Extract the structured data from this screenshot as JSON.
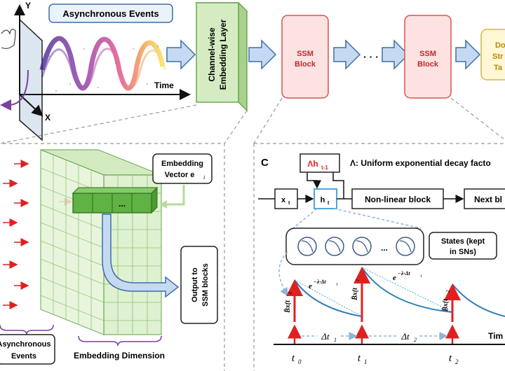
{
  "top": {
    "events_label": "Asynchronous Events",
    "axis_y": "Y",
    "axis_x": "X",
    "axis_time": "Time",
    "embedding_layer": [
      "Channel-wise",
      "Embedding Layer"
    ],
    "ssm_block": [
      "SSM",
      "Block"
    ],
    "dots": "· · ·",
    "downstream": [
      "Do",
      "Str",
      "Ta"
    ]
  },
  "left_panel": {
    "embedding_vector": [
      "Embedding",
      "Vector e"
    ],
    "embedding_vector_sub": "i",
    "vector_dots": "...",
    "output": [
      "Output to",
      "SSM blocks"
    ],
    "async_events": [
      "Asynchronous",
      "Events"
    ],
    "embedding_dimension": "Embedding Dimension"
  },
  "right_panel": {
    "panel_letter": "C",
    "lambda_h": "Λh",
    "lambda_h_sub": "t-1",
    "decay_note": "Λ: Uniform exponential decay facto",
    "x_t": "x",
    "x_t_sub": "t",
    "h_t": "h",
    "h_t_sub": "t",
    "nonlinear": "Non-linear block",
    "next": "Next bl",
    "states": [
      "States (kept",
      "in SNs)"
    ],
    "states_dots": "...",
    "bx": [
      "B̄x(t",
      "B̄x(t",
      "B̄x(t"
    ],
    "bx_sub": [
      "0",
      "1",
      "2"
    ],
    "decay_labels": [
      "e",
      "e"
    ],
    "decay_sup": [
      "−λ·Δt",
      "−λ·Δt"
    ],
    "decay_sup_sub": [
      "1",
      "1"
    ],
    "delta": [
      "Δt",
      "Δt"
    ],
    "delta_sub": [
      "1",
      "2"
    ],
    "t_labels": [
      "t",
      "t",
      "t"
    ],
    "t_subs": [
      "0",
      "1",
      "2"
    ],
    "time": "Tim"
  },
  "colors": {
    "green_fill": "#d5ecc2",
    "green_stroke": "#6aa84f",
    "ssm_fill": "#fde2e2",
    "ssm_stroke": "#d9534f",
    "arrow_fill": "#c5daf2",
    "arrow_stroke": "#3d6fa8",
    "red": "#e02020",
    "decay_curve": "#2f7fb5"
  }
}
